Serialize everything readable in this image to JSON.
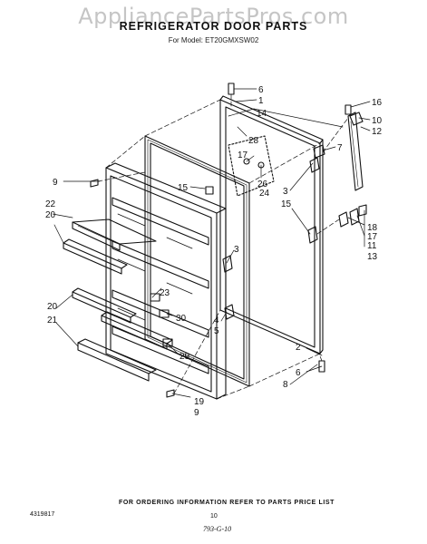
{
  "watermark": "AppliancePartsPros.com",
  "title": "REFRIGERATOR DOOR PARTS",
  "model": "For Model: ET20GMXSW02",
  "footer": {
    "ordering": "FOR ORDERING INFORMATION REFER TO PARTS PRICE LIST",
    "doc_number": "4319817",
    "page": "10",
    "revision": "793-G-10"
  },
  "callouts": [
    {
      "id": "c6a",
      "text": "6"
    },
    {
      "id": "c1",
      "text": "1"
    },
    {
      "id": "c14",
      "text": "14"
    },
    {
      "id": "c16",
      "text": "16"
    },
    {
      "id": "c10",
      "text": "10"
    },
    {
      "id": "c12",
      "text": "12"
    },
    {
      "id": "c28",
      "text": "28"
    },
    {
      "id": "c7",
      "text": "7"
    },
    {
      "id": "c17a",
      "text": "17"
    },
    {
      "id": "c26",
      "text": "26"
    },
    {
      "id": "c24",
      "text": "24"
    },
    {
      "id": "c3a",
      "text": "3"
    },
    {
      "id": "c15a",
      "text": "15"
    },
    {
      "id": "c15b",
      "text": "15"
    },
    {
      "id": "c9a",
      "text": "9"
    },
    {
      "id": "c22",
      "text": "22"
    },
    {
      "id": "c20a",
      "text": "20"
    },
    {
      "id": "c3b",
      "text": "3"
    },
    {
      "id": "c18",
      "text": "18"
    },
    {
      "id": "c17b",
      "text": "17"
    },
    {
      "id": "c11",
      "text": "11"
    },
    {
      "id": "c13",
      "text": "13"
    },
    {
      "id": "c23",
      "text": "23"
    },
    {
      "id": "c20b",
      "text": "20"
    },
    {
      "id": "c21",
      "text": "21"
    },
    {
      "id": "c30",
      "text": "30"
    },
    {
      "id": "c4",
      "text": "4"
    },
    {
      "id": "c5",
      "text": "5"
    },
    {
      "id": "c29",
      "text": "29"
    },
    {
      "id": "c2",
      "text": "2"
    },
    {
      "id": "c6b",
      "text": "6"
    },
    {
      "id": "c8",
      "text": "8"
    },
    {
      "id": "c19",
      "text": "19"
    },
    {
      "id": "c9b",
      "text": "9"
    }
  ]
}
